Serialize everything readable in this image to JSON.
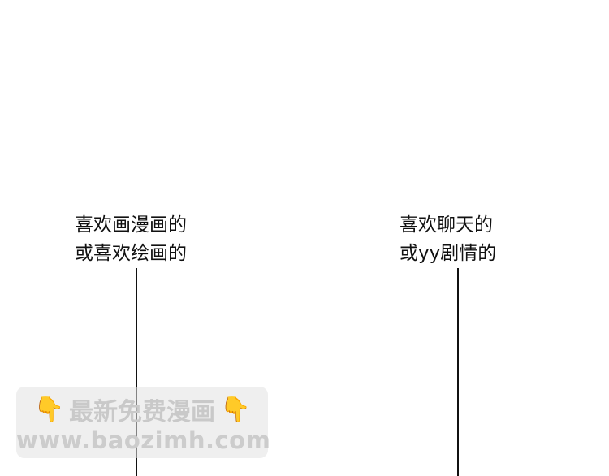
{
  "left_caption": {
    "line1": "喜欢画漫画的",
    "line2": "或喜欢绘画的"
  },
  "right_caption": {
    "line1": "喜欢聊天的",
    "line2": "或yy剧情的"
  },
  "watermark": {
    "title": "最新免费漫画",
    "url": "www.baozimh.com",
    "icon_left": "pointing-down-hand-icon",
    "icon_right": "pointing-down-hand-icon"
  }
}
